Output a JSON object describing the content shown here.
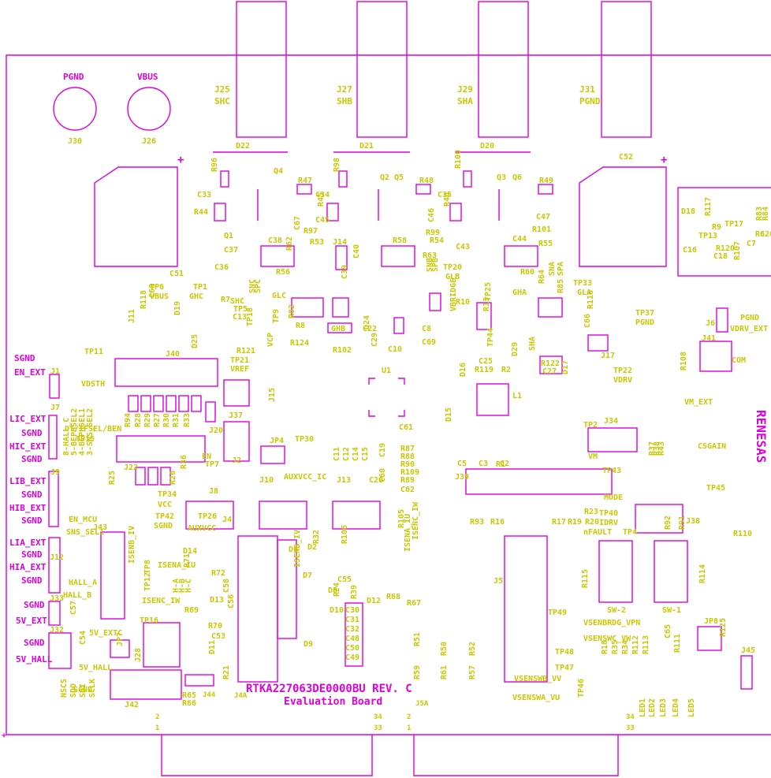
{
  "board": {
    "title_line1": "RTKA227063DE0000BU REV. C",
    "title_line2": "Evaluation Board",
    "colors": {
      "silk": "#c8c800",
      "outline": "#e000e0",
      "background": "#ffffff"
    }
  },
  "power_posts": [
    {
      "net": "PGND",
      "ref": "J30"
    },
    {
      "net": "VBUS",
      "ref": "J26"
    }
  ],
  "bnc_connectors": [
    {
      "ref": "J25",
      "net": "SHC",
      "diode": "D22"
    },
    {
      "ref": "J27",
      "net": "SHB",
      "diode": "D21"
    },
    {
      "ref": "J29",
      "net": "SHA",
      "diode": "D20"
    },
    {
      "ref": "J31",
      "net": "PGND",
      "diode": ""
    }
  ],
  "caps": {
    "c51": "C51",
    "c52": "C52"
  },
  "left_labels": [
    "SGND",
    "EN_EXT",
    "LIC_EXT",
    "SGND",
    "HIC_EXT",
    "SGND",
    "LIB_EXT",
    "SGND",
    "HIB_EXT",
    "SGND",
    "LIA_EXT",
    "SGND",
    "HIA_EXT",
    "SGND",
    "SGND",
    "5V_EXT",
    "SGND",
    "5V_HALL"
  ],
  "left_refs": [
    "J1",
    "J7",
    "J9",
    "J12",
    "J33",
    "J32"
  ],
  "bottom_labels": {
    "j42": "J42",
    "j44": "J44",
    "j4a": "J4A",
    "j5a": "J5A"
  },
  "header_pins": {
    "p2a": "2",
    "p1a": "1",
    "p34a": "34",
    "p33a": "33",
    "p2b": "2",
    "p1b": "1",
    "p34b": "34",
    "p33b": "33"
  },
  "silk_labels": [
    "Q4",
    "Q2",
    "Q5",
    "Q3",
    "Q6",
    "R96",
    "R98",
    "R100",
    "R47",
    "R48",
    "R49",
    "C33",
    "R44",
    "Q1",
    "C34",
    "R45",
    "C35",
    "R46",
    "C47",
    "R101",
    "C45",
    "C67",
    "R97",
    "C46",
    "R99",
    "R54",
    "C43",
    "C44",
    "R55",
    "C37",
    "C38",
    "R53",
    "R62",
    "R58",
    "R63",
    "C36",
    "R56",
    "C40",
    "J14",
    "R60",
    "R64",
    "R85",
    "SPA",
    "SNA",
    "SPC",
    "SNC",
    "GLC",
    "C39",
    "SPB",
    "SNB",
    "TP20",
    "GLB",
    "GHA",
    "TP33",
    "GLA",
    "TP6",
    "VBUS",
    "TP1",
    "GHC",
    "TP5",
    "SHC",
    "R7",
    "C13",
    "TP18",
    "TP9",
    "VCP",
    "GHB",
    "R8",
    "R82",
    "R124",
    "R121",
    "TP21",
    "VREF",
    "R102",
    "C22",
    "C29",
    "D24",
    "C8",
    "C69",
    "R10",
    "VBRIDGE",
    "C10",
    "TP44",
    "R13",
    "TP25",
    "C25",
    "R119",
    "R2",
    "D29",
    "SHA",
    "R122",
    "C27",
    "D17",
    "R116",
    "C66",
    "TP37",
    "PGND",
    "J17",
    "TP22",
    "VDRV",
    "J11",
    "D19",
    "D25",
    "R118",
    "C68",
    "TP11",
    "VDSTH",
    "J40",
    "J15",
    "J37",
    "J20",
    "EN",
    "TP7",
    "J2",
    "U1",
    "D16",
    "D15",
    "L1",
    "J34",
    "TP2",
    "VM",
    "R43",
    "R38",
    "R37",
    "DT/IFSEL/BEN",
    "TP15",
    "R94",
    "R28",
    "R29",
    "R27",
    "R30",
    "R31",
    "R33",
    "R34",
    "R25",
    "R26",
    "R36",
    "J22",
    "J8",
    "JP4",
    "TP30",
    "AUXVCC_IC",
    "J10",
    "J13",
    "C20",
    "C11",
    "C12",
    "C14",
    "C15",
    "C19",
    "C61",
    "R87",
    "R88",
    "R90",
    "R109",
    "R89",
    "C62",
    "C60",
    "R1",
    "C5",
    "C3",
    "C2",
    "J39",
    "TP43",
    "MODE",
    "TP40",
    "IDRV",
    "R23",
    "R93",
    "R16",
    "R17",
    "R19",
    "R20",
    "nFAULT",
    "TP4",
    "J38",
    "R92",
    "R91",
    "TP34",
    "VCC",
    "TP42",
    "SGND",
    "TP26",
    "AUXVCC",
    "J4",
    "R105",
    "ISENB_IV",
    "R32",
    "R106",
    "ISENC_IW",
    "ISENA_IU",
    "R24",
    "R39",
    "D6",
    "D2",
    "D7",
    "D8",
    "D12",
    "R68",
    "R67",
    "C55",
    "D14",
    "ISENA_IU",
    "TP8",
    "TP12",
    "ISENB_IV",
    "R71",
    "R72",
    "H-A",
    "H-B",
    "H-C",
    "C58",
    "C56",
    "D13",
    "ISENC_IW",
    "TP16",
    "R69",
    "R70",
    "C53",
    "D11",
    "R21",
    "C54",
    "C57",
    "5V_EXTC",
    "JP7",
    "J28",
    "5V_HALL",
    "SGND",
    "SCLK",
    "SDI",
    "SDO",
    "NSCS",
    "R65",
    "R66",
    "D10",
    "C30",
    "C31",
    "C32",
    "C48",
    "C50",
    "C49",
    "D9",
    "R51",
    "R50",
    "R52",
    "R59",
    "R61",
    "R57",
    "J5",
    "TP49",
    "VSENBRDG_VPN",
    "VSENSWC_VW",
    "TP48",
    "TP47",
    "VSENSWB_VV",
    "VSENSWA_VU",
    "TP46",
    "R18",
    "R35",
    "R34",
    "R112",
    "R113",
    "R111",
    "C65",
    "LED1",
    "LED2",
    "LED3",
    "LED4",
    "LED5",
    "SW-2",
    "SW-1",
    "R115",
    "R114",
    "R110",
    "CSGAIN",
    "TP45",
    "JP8",
    "R125",
    "J45",
    "D18",
    "R117",
    "R9",
    "TP17",
    "R83",
    "R84",
    "TP13",
    "R120",
    "R6",
    "C16",
    "C18",
    "R107",
    "C7",
    "C26",
    "J6",
    "PGND",
    "VDRV_EXT",
    "J41",
    "COM",
    "R108",
    "VM_EXT",
    "J43",
    "8-HALL_C",
    "5-BEPHSEL2",
    "4-BEPHSEL1",
    "3-SNS_SEL2",
    "EN_MCU",
    "SNS_SEL1",
    "HALL_A",
    "HALL_B",
    "J7"
  ]
}
